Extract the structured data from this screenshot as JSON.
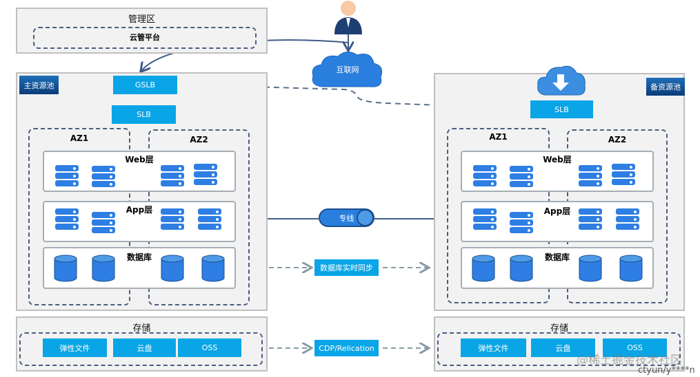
{
  "management": {
    "title": "管理区",
    "platform": "云管平台"
  },
  "internet": "互联网",
  "primary": {
    "tag": "主资源池",
    "gslb": "GSLB",
    "slb": "SLB",
    "az1": "AZ1",
    "az2": "AZ2",
    "web": "Web层",
    "app": "App层",
    "db": "数据库"
  },
  "backup": {
    "tag": "备资源池",
    "slb": "SLB",
    "az1": "AZ1",
    "az2": "AZ2",
    "web": "Web层",
    "app": "App层",
    "db": "数据库"
  },
  "link": {
    "dedicated_line": "专线",
    "db_sync": "数据库实时同步",
    "cdp": "CDP/Relication"
  },
  "storage_left": {
    "title": "存储",
    "items": [
      "弹性文件",
      "云盘",
      "OSS"
    ]
  },
  "storage_right": {
    "title": "存储",
    "items": [
      "弹性文件",
      "云盘",
      "OSS"
    ]
  },
  "watermark": {
    "line1": "@稀土掘金技术社区",
    "line2": "ctyun/y****n"
  },
  "colors": {
    "box": "#0aa5e6",
    "server": "#2e7ee3",
    "dashed": "#4a5d7e"
  }
}
